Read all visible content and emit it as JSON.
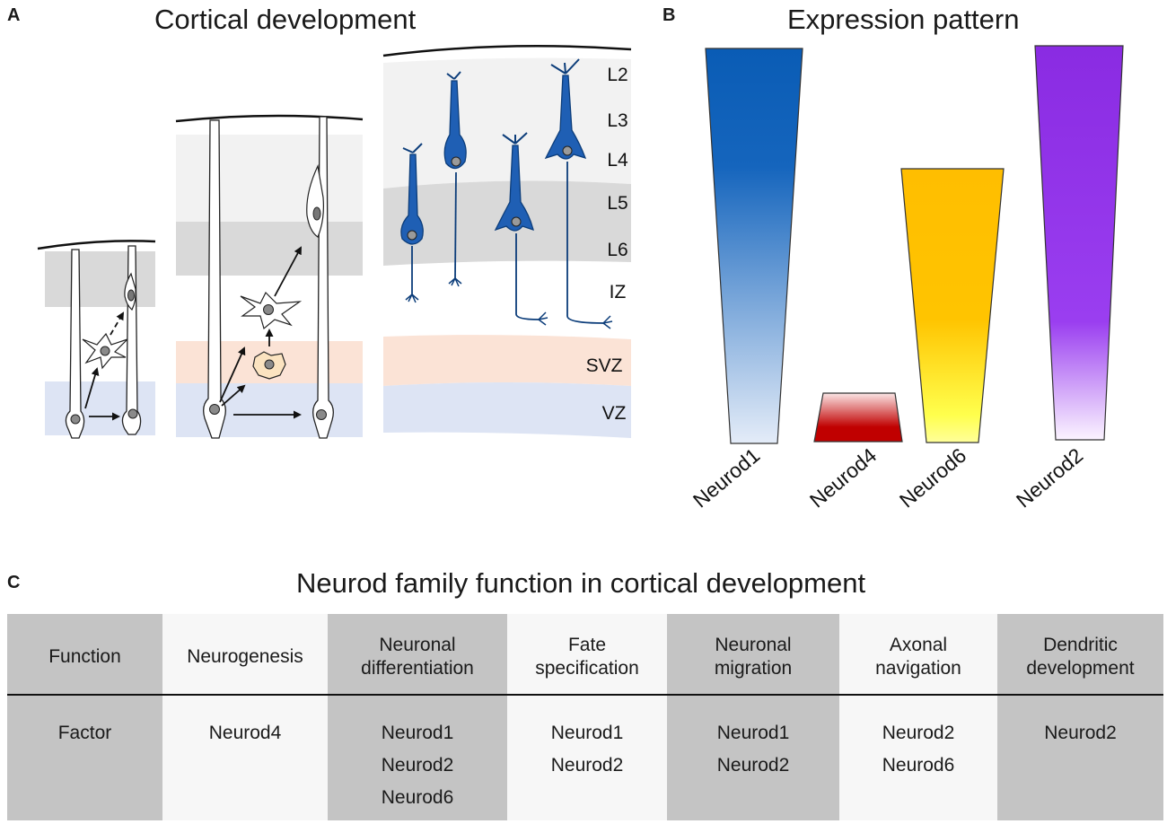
{
  "panel_a": {
    "letter": "A",
    "title": "Cortical development",
    "layers": [
      "L2",
      "L3",
      "L4",
      "L5",
      "L6",
      "IZ",
      "SVZ",
      "VZ"
    ]
  },
  "panel_b": {
    "letter": "B",
    "title": "Expression pattern",
    "genes": [
      {
        "name": "Neurod1",
        "color_top": "#0a5cb5",
        "color_bottom": "#e4ecf8"
      },
      {
        "name": "Neurod4",
        "color_top": "#fbe6e6",
        "color_bottom": "#c00000"
      },
      {
        "name": "Neurod6",
        "color_top": "#ffbe00",
        "color_bottom": "#ffff4d"
      },
      {
        "name": "Neurod2",
        "color_top": "#8a2be2",
        "color_bottom": "#fbf4ff"
      }
    ]
  },
  "panel_c": {
    "letter": "C",
    "title": "Neurod family function in cortical development",
    "row_labels": {
      "header": "Function",
      "factor": "Factor"
    },
    "columns": [
      {
        "header": [
          "Neurogenesis"
        ],
        "factors": [
          "Neurod4"
        ]
      },
      {
        "header": [
          "Neuronal",
          "differentiation"
        ],
        "factors": [
          "Neurod1",
          "Neurod2",
          "Neurod6"
        ]
      },
      {
        "header": [
          "Fate",
          "specification"
        ],
        "factors": [
          "Neurod1",
          "Neurod2"
        ]
      },
      {
        "header": [
          "Neuronal",
          "migration"
        ],
        "factors": [
          "Neurod1",
          "Neurod2"
        ]
      },
      {
        "header": [
          "Axonal",
          "navigation"
        ],
        "factors": [
          "Neurod2",
          "Neurod6"
        ]
      },
      {
        "header": [
          "Dendritic",
          "development"
        ],
        "factors": [
          "Neurod2"
        ]
      }
    ]
  },
  "colors": {
    "neuron_blue": "#1f5fb4",
    "layer_light": "#f2f2f2",
    "layer_dark": "#d9d9d9",
    "svz": "#fbe3d6",
    "vz": "#dde4f4",
    "table_dark": "#c4c4c4",
    "table_light": "#f7f7f7"
  }
}
